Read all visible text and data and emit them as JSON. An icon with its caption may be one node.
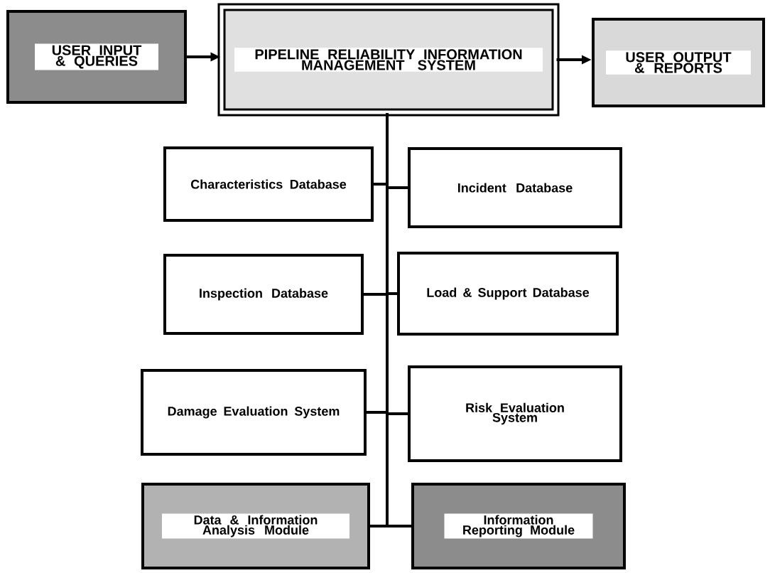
{
  "diagram": {
    "nodes": [
      {
        "text": [
          "USER INPUT & QUERIES"
        ]
      },
      {
        "text": [
          "PIPELINE RELIABILITY INFORMATION MANAGEMENT SYSTEM"
        ]
      },
      {
        "text": [
          "USER OUTPUT & REPORTS"
        ]
      },
      {
        "text": [
          "Characteristics Database"
        ]
      },
      {
        "text": [
          "Incident Database"
        ]
      },
      {
        "text": [
          "Inspection Database"
        ]
      },
      {
        "text": [
          "Load & Support Database"
        ]
      },
      {
        "text": [
          "Damage Evaluation System"
        ]
      },
      {
        "text": [
          "Risk Evaluation System"
        ]
      },
      {
        "text": [
          "Data & Information Analysis Module"
        ]
      },
      {
        "text": [
          "Information Reporting Module"
        ]
      }
    ],
    "edges": [
      {
        "from": 0,
        "to": 1,
        "arrow": "to"
      },
      {
        "from": 1,
        "to": 2,
        "arrow": "to"
      },
      {
        "from": 1,
        "to": 3,
        "arrow": "none"
      },
      {
        "from": 1,
        "to": 4,
        "arrow": "none"
      },
      {
        "from": 1,
        "to": 5,
        "arrow": "none"
      },
      {
        "from": 1,
        "to": 6,
        "arrow": "none"
      },
      {
        "from": 1,
        "to": 7,
        "arrow": "none"
      },
      {
        "from": 1,
        "to": 8,
        "arrow": "none"
      },
      {
        "from": 1,
        "to": 9,
        "arrow": "none"
      },
      {
        "from": 1,
        "to": 10,
        "arrow": "none"
      }
    ]
  }
}
